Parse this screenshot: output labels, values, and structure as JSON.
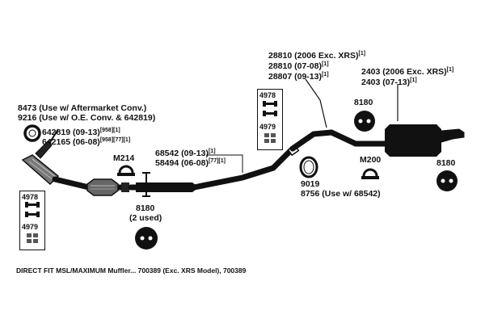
{
  "colors": {
    "ink": "#111111",
    "background": "#ffffff"
  },
  "labels": {
    "conv_8473": "8473 (Use w/ Aftermarket Conv.)",
    "conv_9216": "9216 (Use w/ O.E. Conv. & 642819)",
    "gasket_642819": "642819 (09-13)",
    "gasket_642819_ref": "[958][1]",
    "gasket_642165": "642165 (06-08)",
    "gasket_642165_ref": "[958][77][1]",
    "clamp_m214": "M214",
    "pipe_68542": "68542 (09-13)",
    "pipe_68542_ref": "[1]",
    "pipe_58494": "58494 (06-08)",
    "pipe_58494_ref": "[77][1]",
    "hanger_8180_used": "8180",
    "hanger_8180_used_qty": "(2 used)",
    "pipe_28810_2006": "28810 (2006 Exc. XRS)",
    "pipe_28810_2006_ref": "[1]",
    "pipe_28810_0708": "28810 (07-08)",
    "pipe_28810_0708_ref": "[1]",
    "pipe_28807": "28807 (09-13)",
    "pipe_28807_ref": "[1]",
    "gasket_9019": "9019",
    "gasket_8756": "8756 (Use w/ 68542)",
    "hanger_8180_top": "8180",
    "clamp_m200": "M200",
    "hanger_8180_right": "8180",
    "muffler_2403_2006": "2403 (2006 Exc. XRS)",
    "muffler_2403_2006_ref": "[1]",
    "muffler_2403_0713": "2403 (07-13)",
    "muffler_2403_0713_ref": "[1]",
    "kit_left_top": "4978",
    "kit_left_bottom": "4979",
    "kit_mid_top": "4978",
    "kit_mid_bottom": "4979"
  },
  "footer": "DIRECT FIT MSL/MAXIMUM Muffler... 700389 (Exc. XRS Model), 700389"
}
